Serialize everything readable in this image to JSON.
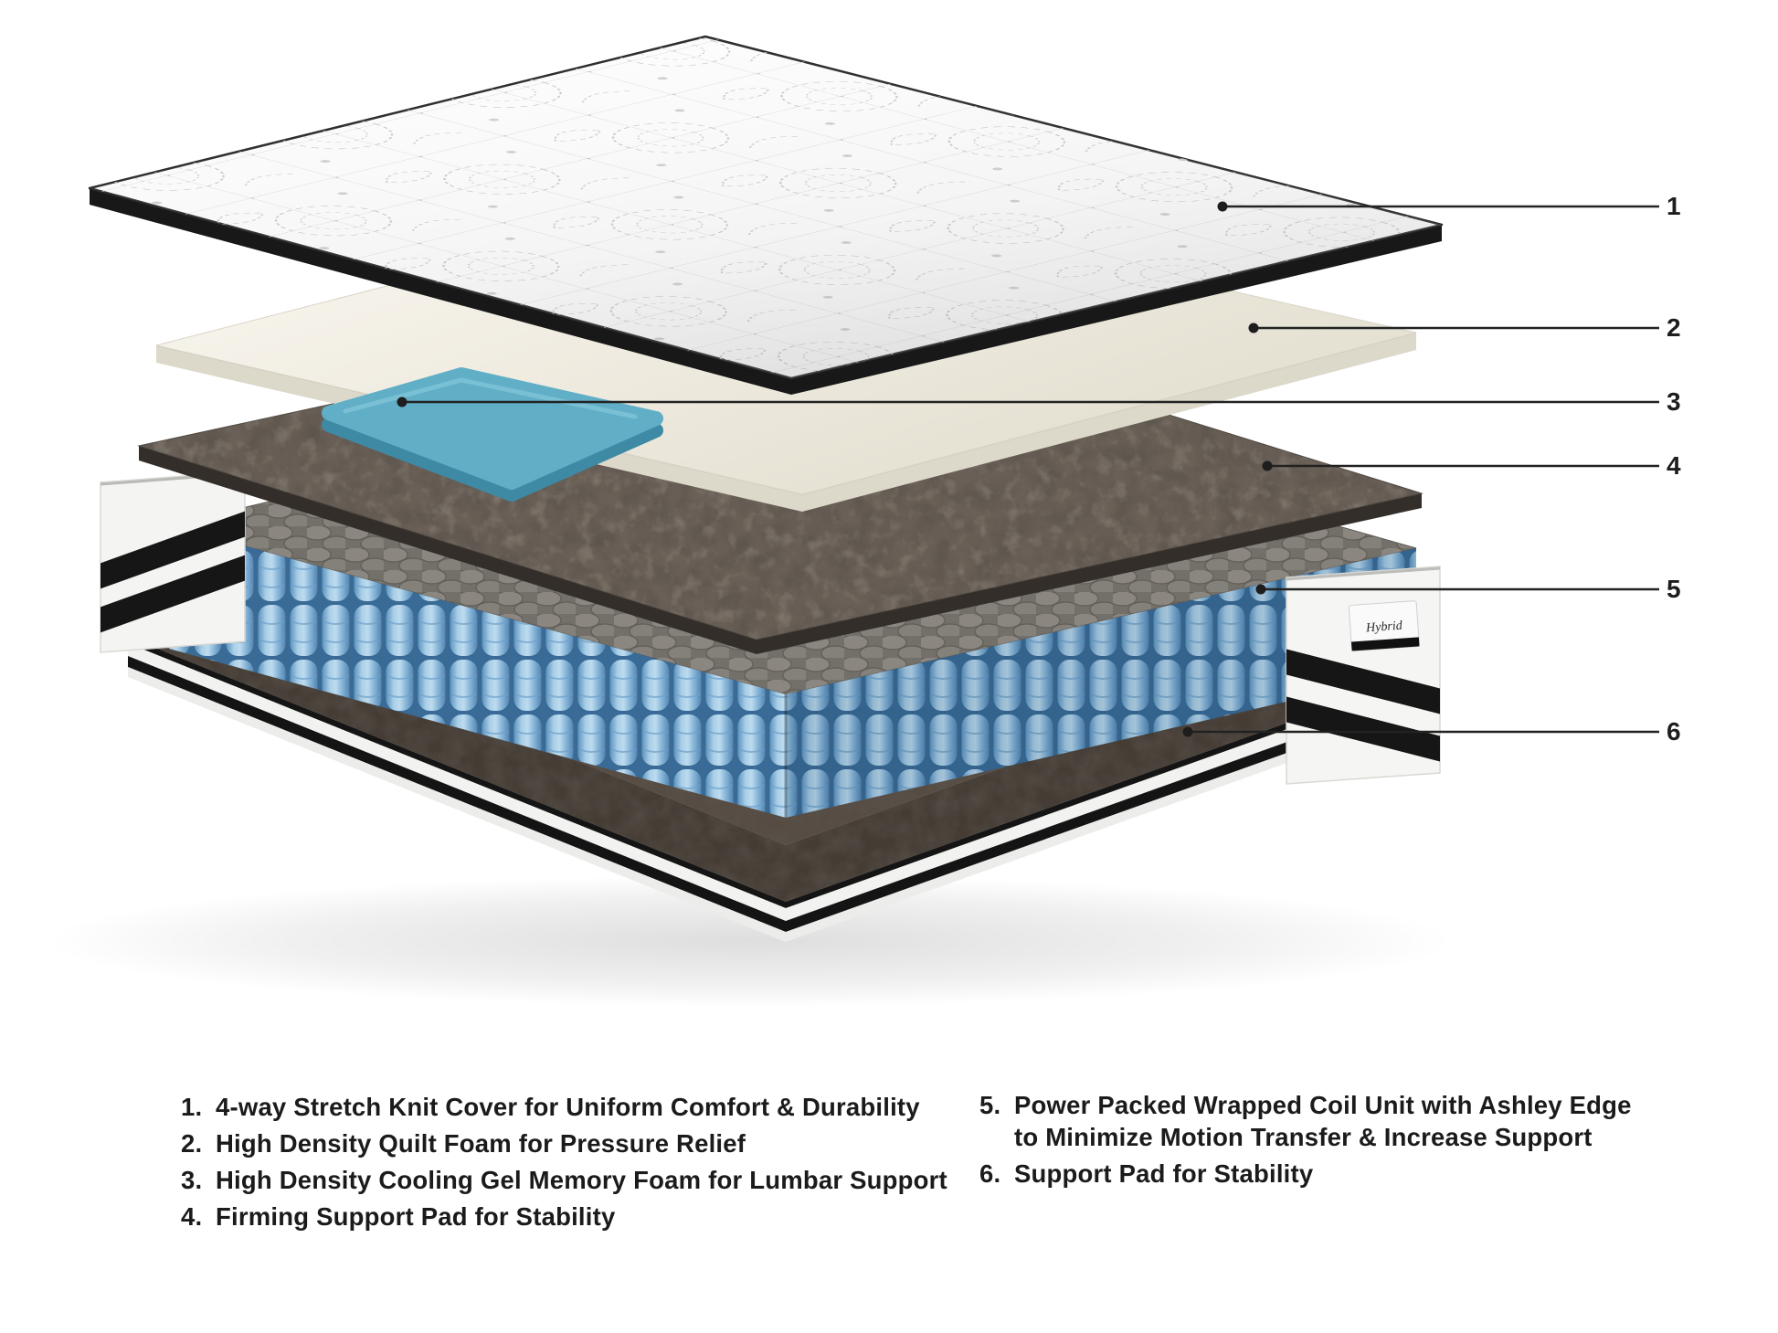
{
  "diagram": {
    "callout_numbers": [
      "1",
      "2",
      "3",
      "4",
      "5",
      "6"
    ],
    "edge_tag": "Hybrid",
    "colors": {
      "gel_foam": "#5fafc8",
      "coils": "#8abbde",
      "support_pad": "#5f564c",
      "cover": "#fcfcfc",
      "foam": "#f4f1e8",
      "callout_line": "#222222",
      "legend_text": "#1b1b1b"
    }
  },
  "legend": {
    "left": [
      {
        "num": "1.",
        "text": "4-way Stretch Knit Cover for Uniform Comfort & Durability"
      },
      {
        "num": "2.",
        "text": "High Density Quilt Foam for Pressure Relief"
      },
      {
        "num": "3.",
        "text": "High Density Cooling Gel Memory Foam for Lumbar Support"
      },
      {
        "num": "4.",
        "text": "Firming Support Pad for Stability"
      }
    ],
    "right": [
      {
        "num": "5.",
        "text": "Power Packed Wrapped Coil Unit with Ashley Edge",
        "text2": "to Minimize Motion Transfer & Increase Support"
      },
      {
        "num": "6.",
        "text": "Support Pad for Stability"
      }
    ]
  }
}
